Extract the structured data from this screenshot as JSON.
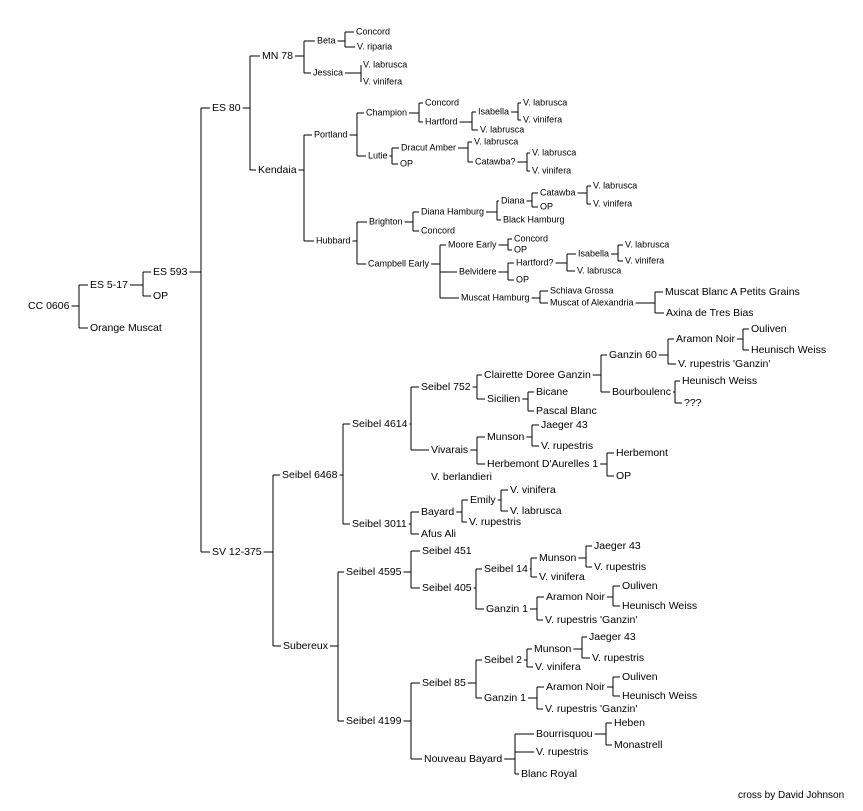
{
  "credit": "cross by David Johnson",
  "nodes": {
    "n1": "CC 0606",
    "n2": "ES 5-17",
    "n3": "Orange Muscat",
    "n4": "ES 593",
    "n5": "OP",
    "n6": "ES 80",
    "n7": "SV 12-375",
    "n8": "MN 78",
    "n9": "Kendaia",
    "n10": "Beta",
    "n11": "Jessica",
    "n12": "Concord",
    "n13": "V. riparia",
    "n14": "V. labrusca",
    "n15": "V. vinifera",
    "n16": "Portland",
    "n17": "Hubbard",
    "n18": "Champion",
    "n19": "Lutie",
    "n20": "Concord",
    "n21": "Hartford",
    "n22": "Isabella",
    "n23": "V. labrusca",
    "n24": "V. labrusca",
    "n25": "V. vinifera",
    "n26": "Dracut Amber",
    "n27": "OP",
    "n28": "V. labrusca",
    "n29": "Catawba?",
    "n30": "V. labrusca",
    "n31": "V. vinifera",
    "n32": "Brighton",
    "n33": "Campbell Early",
    "n34": "Diana Hamburg",
    "n35": "Concord",
    "n36": "Diana",
    "n37": "Black Hamburg",
    "n38": "Catawba",
    "n39": "OP",
    "n40": "V. labrusca",
    "n41": "V. vinifera",
    "n42": "Moore Early",
    "n43": "Belvidere",
    "n44": "Muscat Hamburg",
    "n45": "Concord",
    "n46": "OP",
    "n47": "Hartford?",
    "n48": "OP",
    "n49": "Isabella",
    "n50": "V. labrusca",
    "n51": "V. labrusca",
    "n52": "V. vinifera",
    "n53": "Schiava Grossa",
    "n54": "Muscat of Alexandria",
    "n55": "Muscat Blanc A Petits Grains",
    "n56": "Axina de Tres Bias",
    "n57": "Seibel 6468",
    "n58": "Subereux",
    "n59": "Seibel 4614",
    "n60": "Seibel 3011",
    "n61": "Seibel 752",
    "n62": "Vivarais",
    "n63": "V. berlandieri",
    "n64": "Clairette Doree Ganzin",
    "n65": "Sicilien",
    "n66": "Ganzin 60",
    "n67": "Bourboulenc",
    "n68": "Aramon Noir",
    "n69": "V. rupestris 'Ganzin'",
    "n70": "Ouliven",
    "n71": "Heunisch Weiss",
    "n72": "Heunisch Weiss",
    "n73": "???",
    "n74": "Bicane",
    "n75": "Pascal Blanc",
    "n76": "Munson",
    "n77": "Herbemont D'Aurelles 1",
    "n78": "Jaeger 43",
    "n79": "V. rupestris",
    "n80": "Herbemont",
    "n81": "OP",
    "n82": "Bayard",
    "n83": "Afus Ali",
    "n84": "Emily",
    "n85": "V. rupestris",
    "n86": "V. vinifera",
    "n87": "V. labrusca",
    "n88": "Seibel 4595",
    "n89": "Seibel 4199",
    "n90": "Seibel 451",
    "n91": "Seibel 405",
    "n92": "Seibel 14",
    "n93": "Ganzin 1",
    "n94": "Munson",
    "n95": "V. vinifera",
    "n96": "Jaeger 43",
    "n97": "V. rupestris",
    "n98": "Aramon Noir",
    "n99": "V. rupestris 'Ganzin'",
    "n100": "Ouliven",
    "n101": "Heunisch Weiss",
    "n102": "Seibel 85",
    "n103": "Nouveau Bayard",
    "n104": "Seibel 2",
    "n105": "Ganzin 1",
    "n106": "Munson",
    "n107": "V. vinifera",
    "n108": "Jaeger 43",
    "n109": "V. rupestris",
    "n110": "Aramon Noir",
    "n111": "V. rupestris 'Ganzin'",
    "n112": "Ouliven",
    "n113": "Heunisch Weiss",
    "n114": "Bourrisquou",
    "n115": "V. rupestris",
    "n116": "Blanc Royal",
    "n117": "Heben",
    "n118": "Monastrell"
  }
}
